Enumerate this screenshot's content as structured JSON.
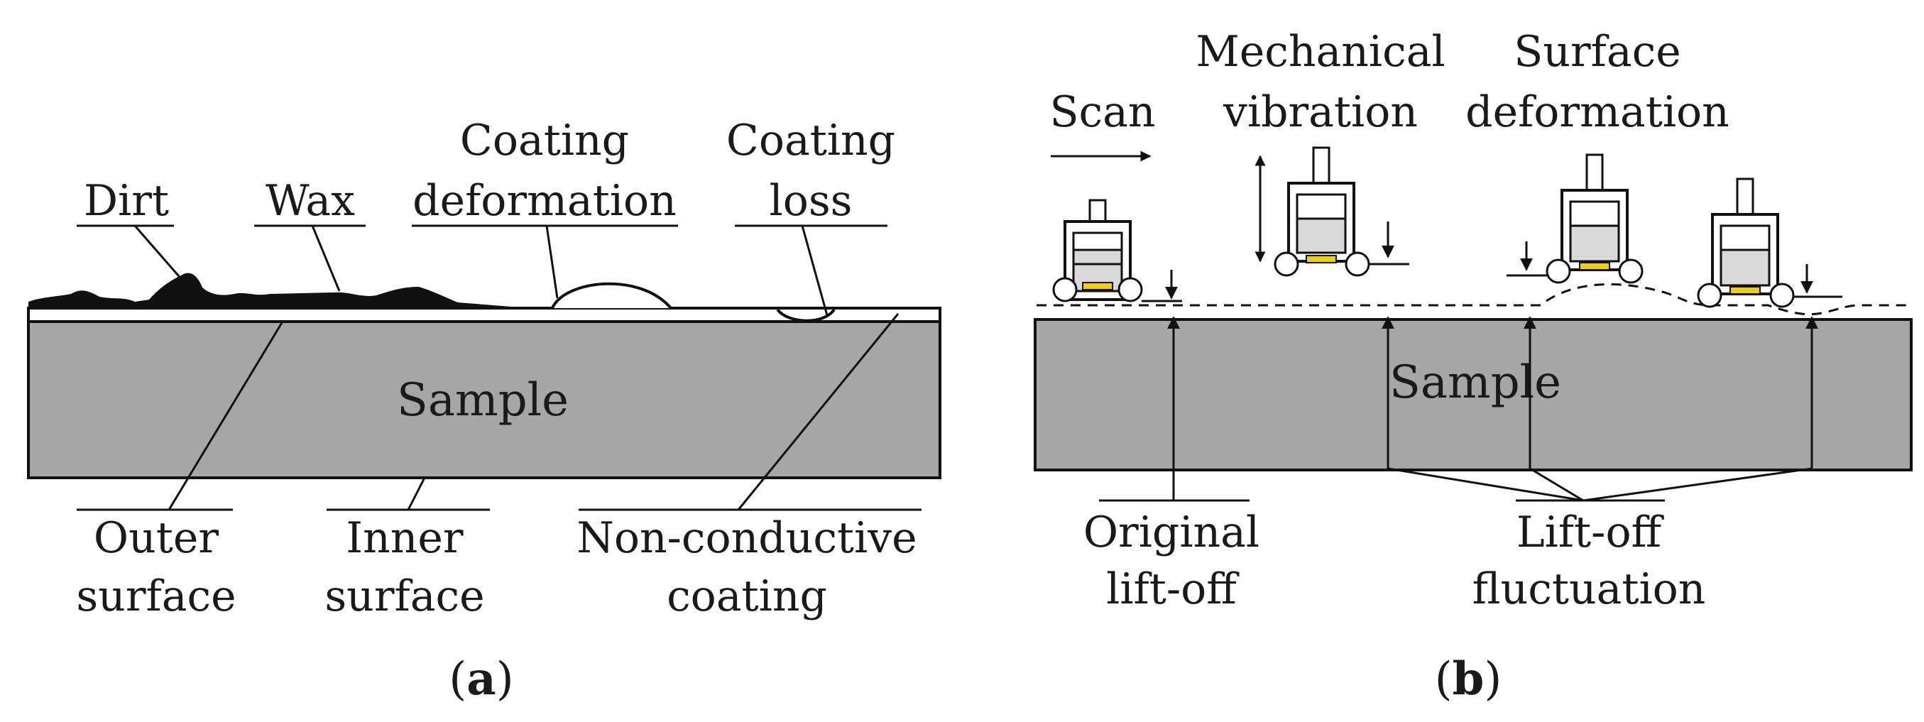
{
  "panel_a": {
    "caption": "a",
    "labels": {
      "dirt": "Dirt",
      "wax": "Wax",
      "coating_deformation_1": "Coating",
      "coating_deformation_2": "deformation",
      "coating_loss_1": "Coating",
      "coating_loss_2": "loss",
      "sample": "Sample",
      "outer_surface_1": "Outer",
      "outer_surface_2": "surface",
      "inner_surface_1": "Inner",
      "inner_surface_2": "surface",
      "non_conductive_1": "Non-conductive",
      "non_conductive_2": "coating"
    },
    "colors": {
      "sample": "#a6a6a6",
      "dirt": "#111111",
      "coating": "#ffffff"
    }
  },
  "panel_b": {
    "caption": "b",
    "labels": {
      "scan": "Scan",
      "mechanical_1": "Mechanical",
      "mechanical_2": "vibration",
      "surface_1": "Surface",
      "surface_2": "deformation",
      "sample": "Sample",
      "original_1": "Original",
      "original_2": "lift-off",
      "fluctuation_1": "Lift-off",
      "fluctuation_2": "fluctuation"
    },
    "colors": {
      "sample": "#a6a6a6",
      "sensor_fill": "#d8d8d8",
      "coil": "#f0d000"
    }
  }
}
